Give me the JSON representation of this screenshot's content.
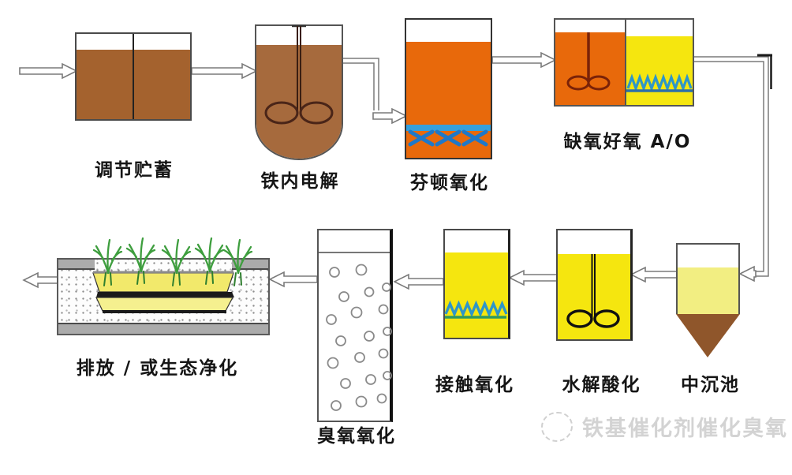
{
  "diagram": {
    "type": "process-flow",
    "subject": "wastewater treatment process flow",
    "stages": [
      {
        "id": "regulating-storage",
        "label": "调节贮蓄"
      },
      {
        "id": "iron-internal-electrolysis",
        "label": "铁内电解"
      },
      {
        "id": "fenton-oxidation",
        "label": "芬顿氧化"
      },
      {
        "id": "anoxic-aerobic-ao",
        "label": "缺氧好氧 A/O"
      },
      {
        "id": "intermediate-settling",
        "label": "中沉池"
      },
      {
        "id": "hydrolysis-acidification",
        "label": "水解酸化"
      },
      {
        "id": "contact-oxidation",
        "label": "接触氧化"
      },
      {
        "id": "ozone-oxidation",
        "label": "臭氧氧化"
      },
      {
        "id": "discharge-or-ecological",
        "label": "排放 / 或生态净化"
      }
    ],
    "watermark": {
      "text": "铁基催化剂催化臭氧"
    },
    "colors": {
      "sewage_brown": "#A4622E",
      "electrolysis_brown": "#A66A3D",
      "fenton_orange": "#E8690B",
      "aerobic_yellow": "#F5E60F",
      "settled_pale_yellow": "#F2EE82",
      "sludge_brown": "#8F562B",
      "aeration_blue": "#2E96C8",
      "diffuser_dark_blue": "#1F78C8",
      "biofilm_green_line": "#2F9960",
      "plant_green": "#3E9E3E",
      "arrow_outline_gray": "#7a7a7a",
      "watermark_gray": "#D3D3D3"
    }
  }
}
